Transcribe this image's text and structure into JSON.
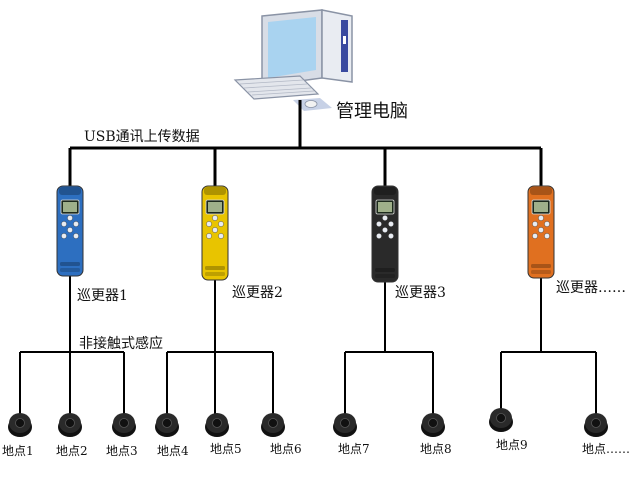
{
  "computer": {
    "label": "管理电脑"
  },
  "bus_label": "USB通讯上传数据",
  "contact_label": "非接触式感应",
  "devices": [
    {
      "label": "巡更器1",
      "color": "#2d6fc0"
    },
    {
      "label": "巡更器2",
      "color": "#e8c400"
    },
    {
      "label": "巡更器3",
      "color": "#2a2a2a"
    },
    {
      "label": "巡更器……",
      "color": "#e07020"
    }
  ],
  "points": [
    "地点1",
    "地点2",
    "地点3",
    "地点4",
    "地点5",
    "地点6",
    "地点7",
    "地点8",
    "地点9",
    "地点……"
  ]
}
